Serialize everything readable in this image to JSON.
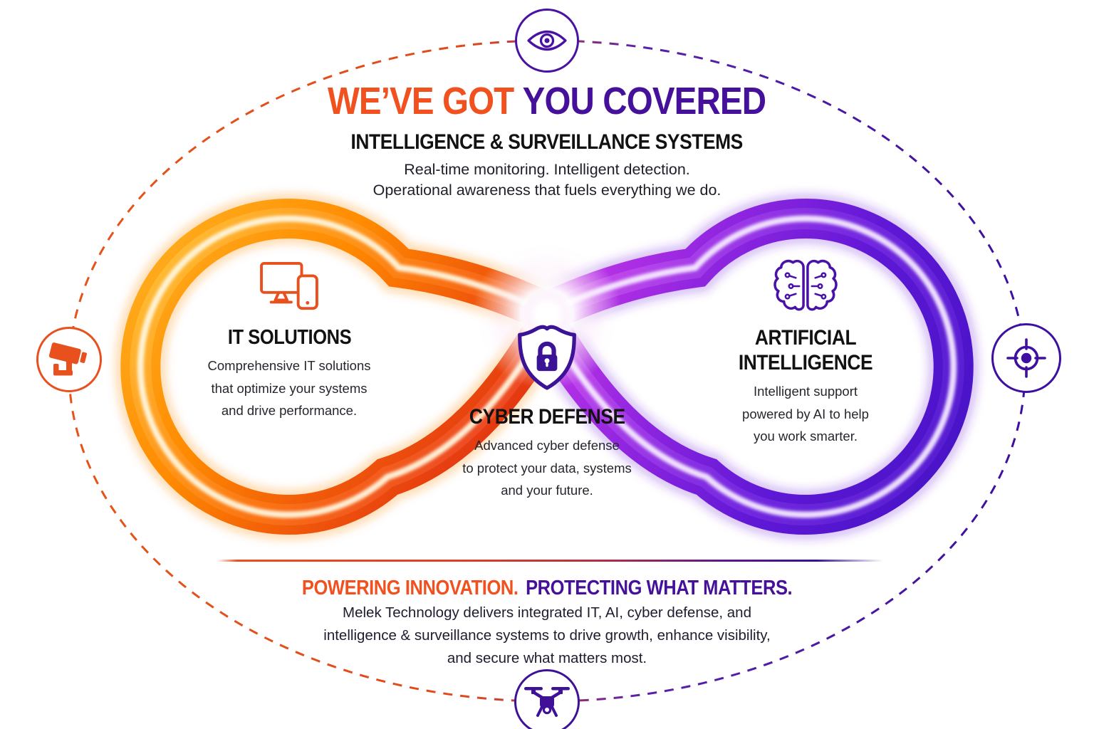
{
  "header": {
    "title_orange": "WE’VE GOT",
    "title_purple": "YOU COVERED",
    "subtitle": "INTELLIGENCE & SURVEILLANCE SYSTEMS",
    "tagline_lines": [
      "Real-time monitoring. Intelligent detection.",
      "Operational awareness that fuels everything we do."
    ]
  },
  "sections": {
    "it": {
      "icon": "monitor-devices-icon",
      "title": "IT SOLUTIONS",
      "lines": [
        "Comprehensive IT solutions",
        "that optimize your systems",
        "and drive performance."
      ]
    },
    "cyber": {
      "icon": "shield-lock-icon",
      "title": "CYBER DEFENSE",
      "lines": [
        "Advanced cyber defense",
        "to protect your data, systems",
        "and your future."
      ]
    },
    "ai": {
      "icon": "brain-icon",
      "title_lines": [
        "ARTIFICIAL",
        "INTELLIGENCE"
      ],
      "lines": [
        "Intelligent support",
        "powered by AI to help",
        "you work smarter."
      ]
    }
  },
  "orbit": {
    "top": "eye-icon",
    "left": "cctv-camera-icon",
    "right": "target-icon",
    "bottom": "drone-icon"
  },
  "footer": {
    "heading_orange": "POWERING INNOVATION.",
    "heading_purple": "PROTECTING WHAT MATTERS.",
    "body_lines": [
      "Melek Technology delivers integrated IT, AI, cyber defense, and",
      "intelligence & surveillance systems to drive growth, enhance visibility,",
      "and secure what matters most."
    ]
  },
  "colors": {
    "accent_orange": "#F0511E",
    "accent_purple": "#45119B",
    "heading_black": "#121212",
    "tube_orange_start": "#FFAE1E",
    "tube_orange_end": "#D8234E",
    "tube_purple_start": "#C937E8",
    "tube_purple_end": "#4412C4",
    "dash_orange": "#E65317",
    "dash_purple": "#3C0F9E"
  }
}
